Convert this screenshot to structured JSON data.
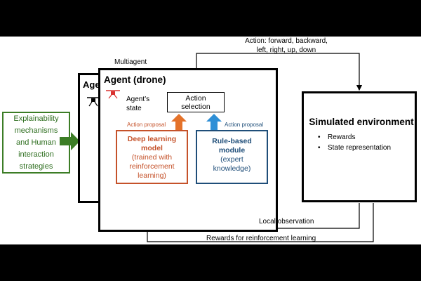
{
  "top_label": "Action: forward, backward,",
  "top_label_2": "left, right, up, down",
  "multiagent_label": "Multiagent",
  "explainability": {
    "lines": [
      "Explainability",
      "mechanisms",
      "and Human",
      "interaction",
      "strategies"
    ]
  },
  "agent_back_title": "Agen",
  "agent_title": "Agent (drone)",
  "agents_state": [
    "Agent’s",
    "state"
  ],
  "action_selection": [
    "Action",
    "selection"
  ],
  "action_proposal_left": "Action proposal",
  "action_proposal_right": "Action proposal",
  "deep_learning": {
    "title": [
      "Deep learning",
      "model"
    ],
    "sub": [
      "(trained with",
      "reinforcement",
      "learning)"
    ]
  },
  "rule_based": {
    "title": [
      "Rule-based",
      "module"
    ],
    "sub": [
      "(expert",
      "knowledge)"
    ]
  },
  "simulated_environment": {
    "title": "Simulated environment",
    "items": [
      "Rewards",
      "State representation"
    ]
  },
  "local_observation": "Local observation",
  "rewards_rl": "Rewards for reinforcement learning",
  "colors": {
    "green": "#3c7d26",
    "orange": "#c5522a",
    "orange_arrow": "#e4722a",
    "blue": "#1f4e79",
    "blue_arrow": "#2e8fd6",
    "drone_red": "#d9302f"
  },
  "icons": [
    "drone-icon-black",
    "drone-icon-red",
    "green-arrow",
    "orange-up-arrow",
    "blue-up-arrow"
  ]
}
